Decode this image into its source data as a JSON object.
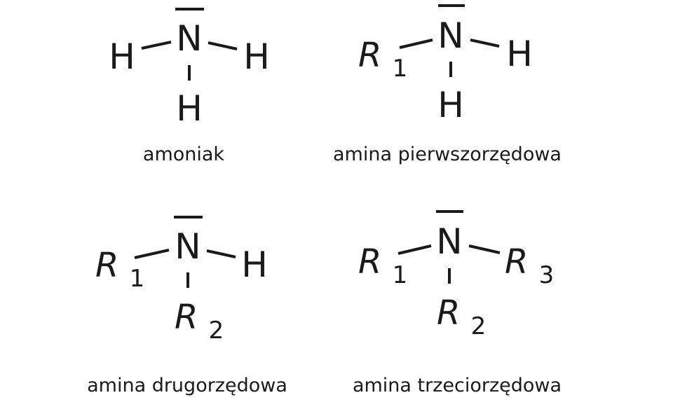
{
  "atoms": {
    "nitrogen": "N",
    "hydrogen": "H",
    "r_group": "R",
    "sub_1": "1",
    "sub_2": "2",
    "sub_3": "3"
  },
  "structures": [
    {
      "caption": "amoniak"
    },
    {
      "caption": "amina pierwszorzędowa"
    },
    {
      "caption": "amina drugorzędowa"
    },
    {
      "caption": "amina trzeciorzędowa"
    }
  ]
}
